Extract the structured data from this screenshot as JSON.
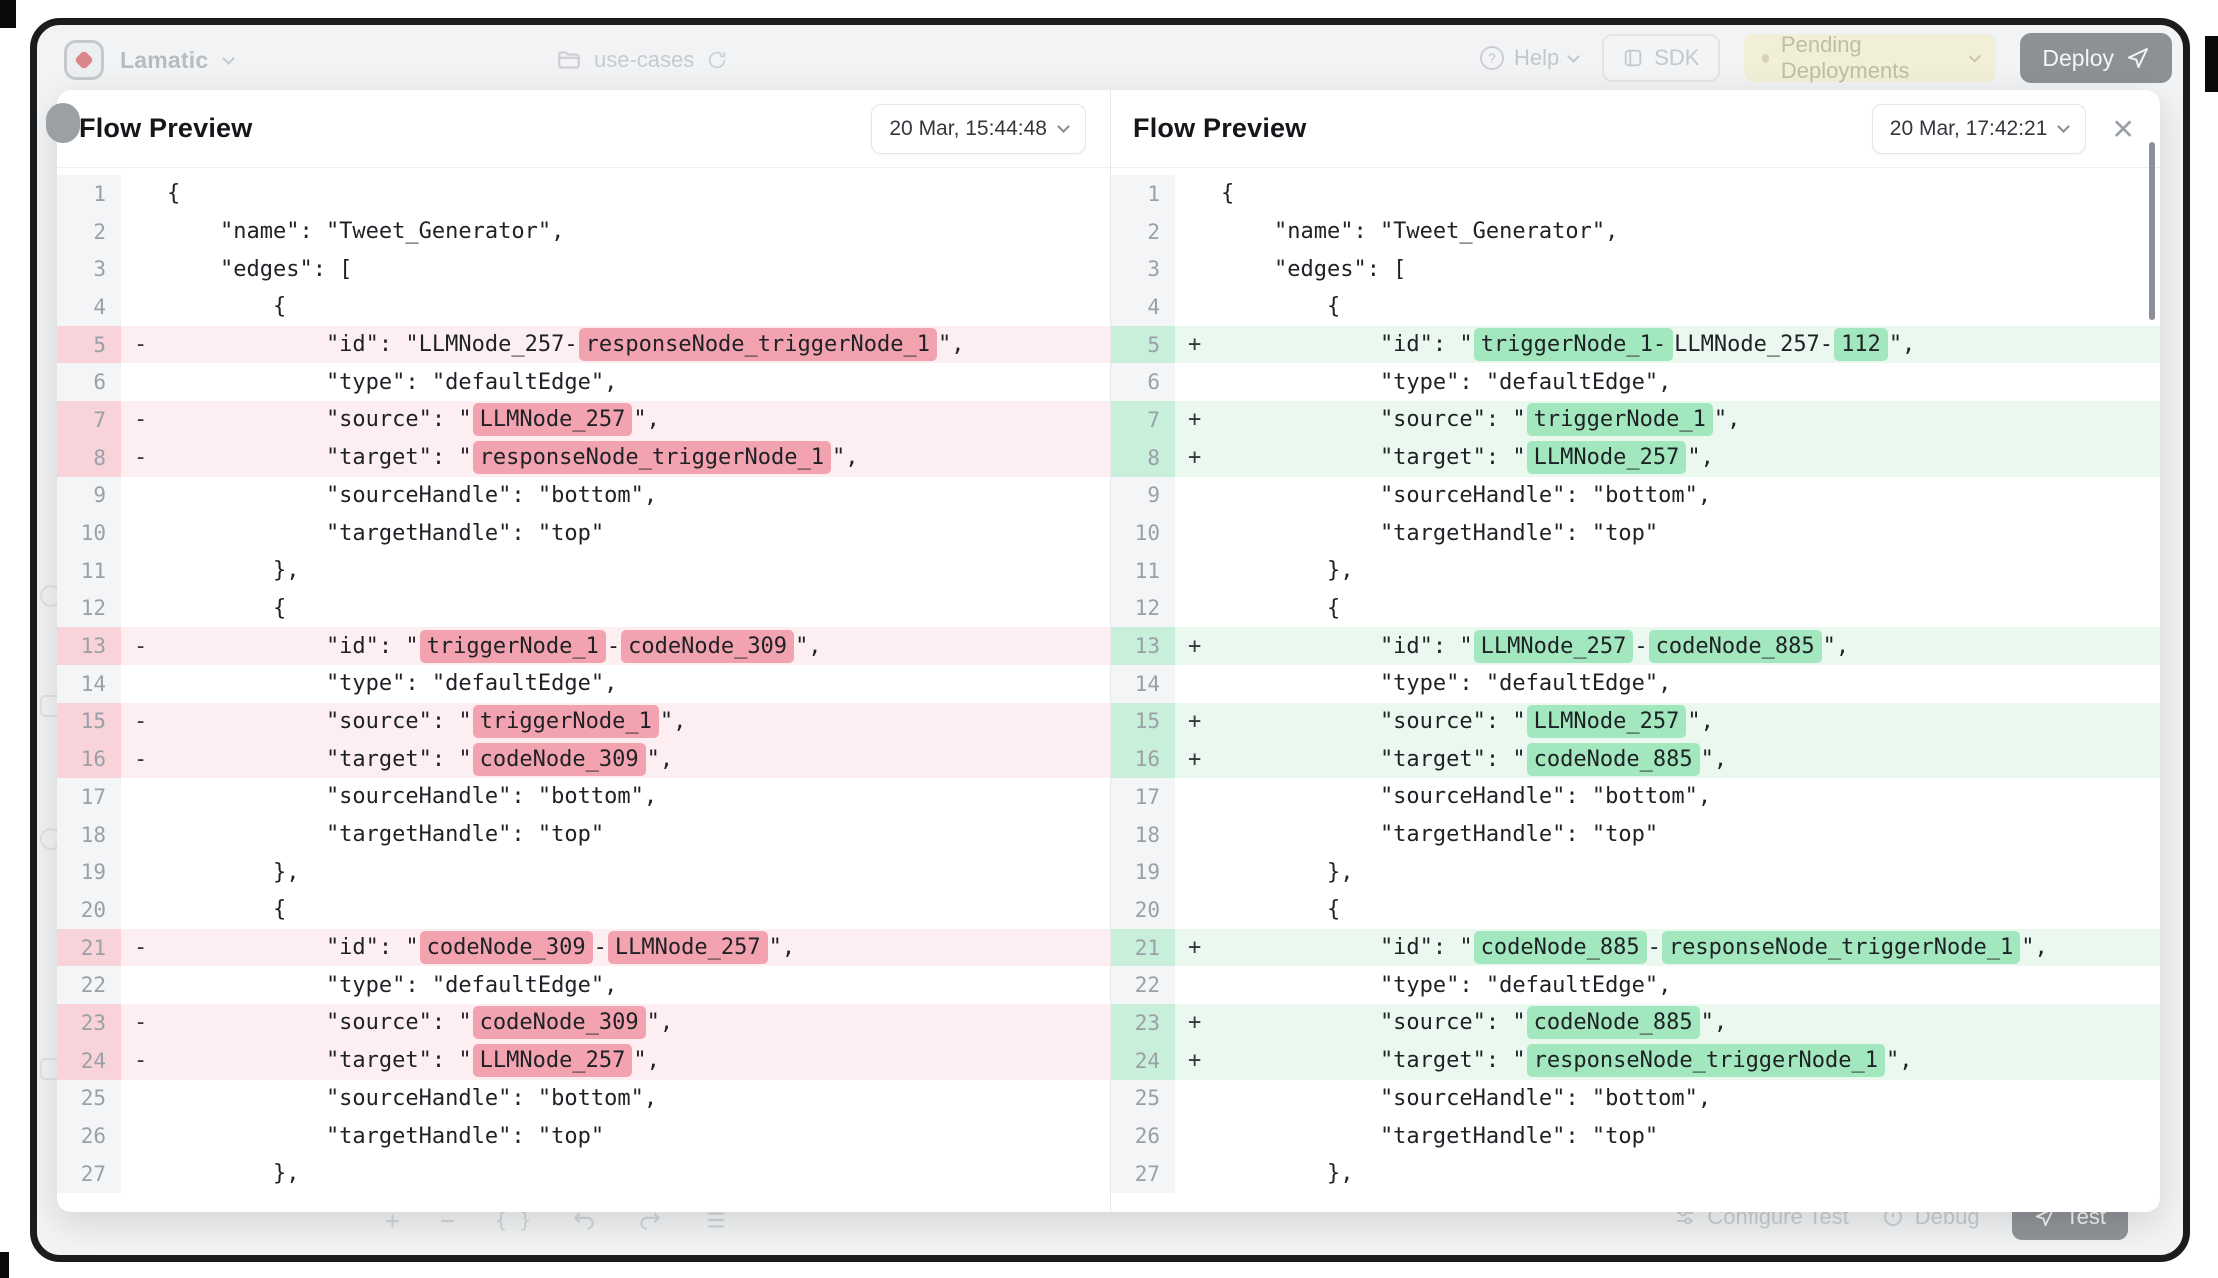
{
  "colors": {
    "del_row": "#fdeff1",
    "del_gutter": "#f8d4da",
    "del_word": "#f3a3b0",
    "add_row": "#eaf8f0",
    "add_gutter": "#c7efd9",
    "add_word": "#a2e7bd",
    "deploy_button_bg": "#8d9196",
    "pending_pill_bg": "#f2efd9"
  },
  "topbar": {
    "brand": "Lamatic",
    "breadcrumb": "use-cases",
    "help_label": "Help",
    "sdk_label": "SDK",
    "pending_label": "Pending Deployments",
    "deploy_label": "Deploy"
  },
  "bottombar": {
    "configure_test_label": "Configure Test",
    "debug_label": "Debug",
    "test_label": "Test",
    "zoom_in": "+",
    "zoom_out": "−",
    "fit_view": "{ }"
  },
  "panels": [
    {
      "title": "Flow Preview",
      "timestamp": "20 Mar, 15:44:48",
      "diff_kind": "deletions",
      "lines": [
        {
          "n": 1,
          "m": "",
          "s": [
            [
              "{",
              0
            ]
          ]
        },
        {
          "n": 2,
          "m": "",
          "s": [
            [
              "    \"name\": \"Tweet_Generator\",",
              0
            ]
          ]
        },
        {
          "n": 3,
          "m": "",
          "s": [
            [
              "    \"edges\": [",
              0
            ]
          ]
        },
        {
          "n": 4,
          "m": "",
          "s": [
            [
              "        {",
              0
            ]
          ]
        },
        {
          "n": 5,
          "m": "-",
          "s": [
            [
              "            \"id\": \"LLMNode_257-",
              0
            ],
            [
              "responseNode_triggerNode_1",
              1
            ],
            [
              "\",",
              0
            ]
          ]
        },
        {
          "n": 6,
          "m": "",
          "s": [
            [
              "            \"type\": \"defaultEdge\",",
              0
            ]
          ]
        },
        {
          "n": 7,
          "m": "-",
          "s": [
            [
              "            \"source\": \"",
              0
            ],
            [
              "LLMNode_257",
              1
            ],
            [
              "\",",
              0
            ]
          ]
        },
        {
          "n": 8,
          "m": "-",
          "s": [
            [
              "            \"target\": \"",
              0
            ],
            [
              "responseNode_triggerNode_1",
              1
            ],
            [
              "\",",
              0
            ]
          ]
        },
        {
          "n": 9,
          "m": "",
          "s": [
            [
              "            \"sourceHandle\": \"bottom\",",
              0
            ]
          ]
        },
        {
          "n": 10,
          "m": "",
          "s": [
            [
              "            \"targetHandle\": \"top\"",
              0
            ]
          ]
        },
        {
          "n": 11,
          "m": "",
          "s": [
            [
              "        },",
              0
            ]
          ]
        },
        {
          "n": 12,
          "m": "",
          "s": [
            [
              "        {",
              0
            ]
          ]
        },
        {
          "n": 13,
          "m": "-",
          "s": [
            [
              "            \"id\": \"",
              0
            ],
            [
              "triggerNode_1",
              1
            ],
            [
              "-",
              0
            ],
            [
              "codeNode_309",
              1
            ],
            [
              "\",",
              0
            ]
          ]
        },
        {
          "n": 14,
          "m": "",
          "s": [
            [
              "            \"type\": \"defaultEdge\",",
              0
            ]
          ]
        },
        {
          "n": 15,
          "m": "-",
          "s": [
            [
              "            \"source\": \"",
              0
            ],
            [
              "triggerNode_1",
              1
            ],
            [
              "\",",
              0
            ]
          ]
        },
        {
          "n": 16,
          "m": "-",
          "s": [
            [
              "            \"target\": \"",
              0
            ],
            [
              "codeNode_309",
              1
            ],
            [
              "\",",
              0
            ]
          ]
        },
        {
          "n": 17,
          "m": "",
          "s": [
            [
              "            \"sourceHandle\": \"bottom\",",
              0
            ]
          ]
        },
        {
          "n": 18,
          "m": "",
          "s": [
            [
              "            \"targetHandle\": \"top\"",
              0
            ]
          ]
        },
        {
          "n": 19,
          "m": "",
          "s": [
            [
              "        },",
              0
            ]
          ]
        },
        {
          "n": 20,
          "m": "",
          "s": [
            [
              "        {",
              0
            ]
          ]
        },
        {
          "n": 21,
          "m": "-",
          "s": [
            [
              "            \"id\": \"",
              0
            ],
            [
              "codeNode_309",
              1
            ],
            [
              "-",
              0
            ],
            [
              "LLMNode_257",
              1
            ],
            [
              "\",",
              0
            ]
          ]
        },
        {
          "n": 22,
          "m": "",
          "s": [
            [
              "            \"type\": \"defaultEdge\",",
              0
            ]
          ]
        },
        {
          "n": 23,
          "m": "-",
          "s": [
            [
              "            \"source\": \"",
              0
            ],
            [
              "codeNode_309",
              1
            ],
            [
              "\",",
              0
            ]
          ]
        },
        {
          "n": 24,
          "m": "-",
          "s": [
            [
              "            \"target\": \"",
              0
            ],
            [
              "LLMNode_257",
              1
            ],
            [
              "\",",
              0
            ]
          ]
        },
        {
          "n": 25,
          "m": "",
          "s": [
            [
              "            \"sourceHandle\": \"bottom\",",
              0
            ]
          ]
        },
        {
          "n": 26,
          "m": "",
          "s": [
            [
              "            \"targetHandle\": \"top\"",
              0
            ]
          ]
        },
        {
          "n": 27,
          "m": "",
          "s": [
            [
              "        },",
              0
            ]
          ]
        }
      ]
    },
    {
      "title": "Flow Preview",
      "timestamp": "20 Mar, 17:42:21",
      "diff_kind": "additions",
      "lines": [
        {
          "n": 1,
          "m": "",
          "s": [
            [
              "{",
              0
            ]
          ]
        },
        {
          "n": 2,
          "m": "",
          "s": [
            [
              "    \"name\": \"Tweet_Generator\",",
              0
            ]
          ]
        },
        {
          "n": 3,
          "m": "",
          "s": [
            [
              "    \"edges\": [",
              0
            ]
          ]
        },
        {
          "n": 4,
          "m": "",
          "s": [
            [
              "        {",
              0
            ]
          ]
        },
        {
          "n": 5,
          "m": "+",
          "s": [
            [
              "            \"id\": \"",
              0
            ],
            [
              "triggerNode_1-",
              1
            ],
            [
              "LLMNode_257-",
              0
            ],
            [
              "112",
              1
            ],
            [
              "\",",
              0
            ]
          ]
        },
        {
          "n": 6,
          "m": "",
          "s": [
            [
              "            \"type\": \"defaultEdge\",",
              0
            ]
          ]
        },
        {
          "n": 7,
          "m": "+",
          "s": [
            [
              "            \"source\": \"",
              0
            ],
            [
              "triggerNode_1",
              1
            ],
            [
              "\",",
              0
            ]
          ]
        },
        {
          "n": 8,
          "m": "+",
          "s": [
            [
              "            \"target\": \"",
              0
            ],
            [
              "LLMNode_257",
              1
            ],
            [
              "\",",
              0
            ]
          ]
        },
        {
          "n": 9,
          "m": "",
          "s": [
            [
              "            \"sourceHandle\": \"bottom\",",
              0
            ]
          ]
        },
        {
          "n": 10,
          "m": "",
          "s": [
            [
              "            \"targetHandle\": \"top\"",
              0
            ]
          ]
        },
        {
          "n": 11,
          "m": "",
          "s": [
            [
              "        },",
              0
            ]
          ]
        },
        {
          "n": 12,
          "m": "",
          "s": [
            [
              "        {",
              0
            ]
          ]
        },
        {
          "n": 13,
          "m": "+",
          "s": [
            [
              "            \"id\": \"",
              0
            ],
            [
              "LLMNode_257",
              1
            ],
            [
              "-",
              0
            ],
            [
              "codeNode_885",
              1
            ],
            [
              "\",",
              0
            ]
          ]
        },
        {
          "n": 14,
          "m": "",
          "s": [
            [
              "            \"type\": \"defaultEdge\",",
              0
            ]
          ]
        },
        {
          "n": 15,
          "m": "+",
          "s": [
            [
              "            \"source\": \"",
              0
            ],
            [
              "LLMNode_257",
              1
            ],
            [
              "\",",
              0
            ]
          ]
        },
        {
          "n": 16,
          "m": "+",
          "s": [
            [
              "            \"target\": \"",
              0
            ],
            [
              "codeNode_885",
              1
            ],
            [
              "\",",
              0
            ]
          ]
        },
        {
          "n": 17,
          "m": "",
          "s": [
            [
              "            \"sourceHandle\": \"bottom\",",
              0
            ]
          ]
        },
        {
          "n": 18,
          "m": "",
          "s": [
            [
              "            \"targetHandle\": \"top\"",
              0
            ]
          ]
        },
        {
          "n": 19,
          "m": "",
          "s": [
            [
              "        },",
              0
            ]
          ]
        },
        {
          "n": 20,
          "m": "",
          "s": [
            [
              "        {",
              0
            ]
          ]
        },
        {
          "n": 21,
          "m": "+",
          "s": [
            [
              "            \"id\": \"",
              0
            ],
            [
              "codeNode_885",
              1
            ],
            [
              "-",
              0
            ],
            [
              "responseNode_triggerNode_1",
              1
            ],
            [
              "\",",
              0
            ]
          ]
        },
        {
          "n": 22,
          "m": "",
          "s": [
            [
              "            \"type\": \"defaultEdge\",",
              0
            ]
          ]
        },
        {
          "n": 23,
          "m": "+",
          "s": [
            [
              "            \"source\": \"",
              0
            ],
            [
              "codeNode_885",
              1
            ],
            [
              "\",",
              0
            ]
          ]
        },
        {
          "n": 24,
          "m": "+",
          "s": [
            [
              "            \"target\": \"",
              0
            ],
            [
              "responseNode_triggerNode_1",
              1
            ],
            [
              "\",",
              0
            ]
          ]
        },
        {
          "n": 25,
          "m": "",
          "s": [
            [
              "            \"sourceHandle\": \"bottom\",",
              0
            ]
          ]
        },
        {
          "n": 26,
          "m": "",
          "s": [
            [
              "            \"targetHandle\": \"top\"",
              0
            ]
          ]
        },
        {
          "n": 27,
          "m": "",
          "s": [
            [
              "        },",
              0
            ]
          ]
        }
      ]
    }
  ]
}
